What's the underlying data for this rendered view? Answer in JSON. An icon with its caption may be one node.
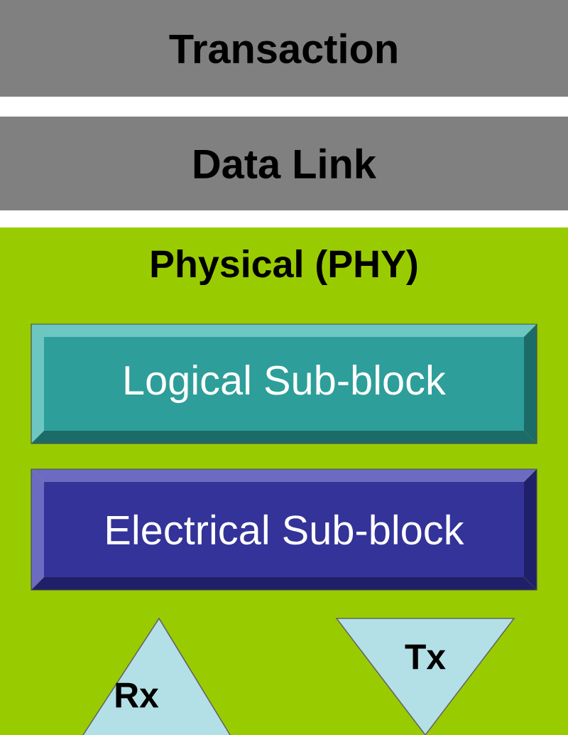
{
  "diagram": {
    "nodes": [
      {
        "text": [
          "Transaction"
        ]
      },
      {
        "text": [
          "Data Link"
        ]
      },
      {
        "text": [
          "Physical (PHY)"
        ]
      },
      {
        "text": [
          "Logical Sub-block"
        ],
        "in": 2
      },
      {
        "text": [
          "Electrical Sub-block"
        ],
        "in": 2
      },
      {
        "text": [
          "Rx"
        ],
        "in": 2
      },
      {
        "text": [
          "Tx"
        ],
        "in": 2
      }
    ]
  }
}
